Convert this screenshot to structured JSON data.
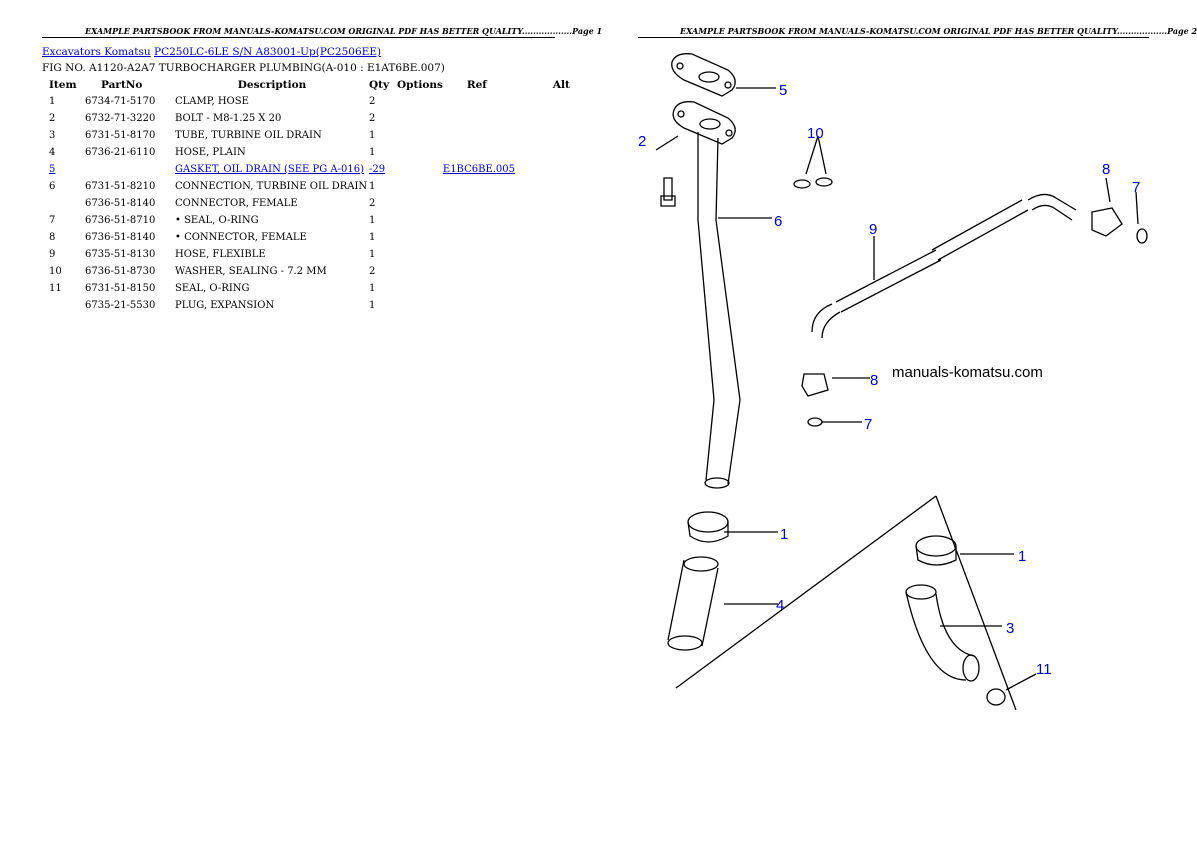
{
  "headers": {
    "left": "EXAMPLE PARTSBOOK FROM MANUALS-KOMATSU.COM ORIGINAL PDF HAS BETTER QUALITY..................Page 1",
    "right": "EXAMPLE PARTSBOOK FROM MANUALS-KOMATSU.COM ORIGINAL PDF HAS BETTER QUALITY..................Page 2"
  },
  "breadcrumb": {
    "category": "Excavators Komatsu",
    "model": "PC250LC-6LE S/N A83001-Up(PC2506EE)"
  },
  "fig_title": "FIG NO. A1120-A2A7 TURBOCHARGER PLUMBING(A-010 : E1AT6BE.007)",
  "table": {
    "columns": [
      "Item",
      "PartNo",
      "Description",
      "Qty",
      "Options",
      "Ref",
      "Alt"
    ],
    "rows": [
      {
        "item": "1",
        "partno": "6734-71-5170",
        "desc": "CLAMP, HOSE",
        "qty": "2",
        "options": "",
        "ref": "",
        "alt": ""
      },
      {
        "item": "2",
        "partno": "6732-71-3220",
        "desc": "BOLT - M8-1.25 X 20",
        "qty": "2",
        "options": "",
        "ref": "",
        "alt": ""
      },
      {
        "item": "3",
        "partno": "6731-51-8170",
        "desc": "TUBE, TURBINE OIL DRAIN",
        "qty": "1",
        "options": "",
        "ref": "",
        "alt": ""
      },
      {
        "item": "4",
        "partno": "6736-21-6110",
        "desc": "HOSE, PLAIN",
        "qty": "1",
        "options": "",
        "ref": "",
        "alt": ""
      },
      {
        "item": "5",
        "partno": "",
        "desc": "GASKET, OIL DRAIN (SEE PG A-016)",
        "qty": "-29",
        "options": "",
        "ref": "E1BC6BE.005",
        "alt": "",
        "link": true
      },
      {
        "item": "6",
        "partno": "6731-51-8210",
        "desc": "CONNECTION, TURBINE OIL DRAIN",
        "qty": "1",
        "options": "",
        "ref": "",
        "alt": ""
      },
      {
        "item": "",
        "partno": "6736-51-8140",
        "desc": "CONNECTOR, FEMALE",
        "qty": "2",
        "options": "",
        "ref": "",
        "alt": ""
      },
      {
        "item": "7",
        "partno": "6736-51-8710",
        "desc": "• SEAL, O-RING",
        "qty": "1",
        "options": "",
        "ref": "",
        "alt": ""
      },
      {
        "item": "8",
        "partno": "6736-51-8140",
        "desc": "• CONNECTOR, FEMALE",
        "qty": "1",
        "options": "",
        "ref": "",
        "alt": ""
      },
      {
        "item": "9",
        "partno": "6735-51-8130",
        "desc": "HOSE, FLEXIBLE",
        "qty": "1",
        "options": "",
        "ref": "",
        "alt": ""
      },
      {
        "item": "10",
        "partno": "6736-51-8730",
        "desc": "WASHER, SEALING - 7.2 MM",
        "qty": "2",
        "options": "",
        "ref": "",
        "alt": ""
      },
      {
        "item": "11",
        "partno": "6731-51-8150",
        "desc": "SEAL, O-RING",
        "qty": "1",
        "options": "",
        "ref": "",
        "alt": ""
      },
      {
        "item": "",
        "partno": "6735-21-5530",
        "desc": "PLUG, EXPANSION",
        "qty": "1",
        "options": "",
        "ref": "",
        "alt": ""
      }
    ]
  },
  "diagram": {
    "callouts": [
      "5",
      "2",
      "10",
      "6",
      "8",
      "7",
      "9",
      "8",
      "7",
      "1",
      "1",
      "4",
      "3",
      "11"
    ],
    "watermark": "manuals-komatsu.com"
  },
  "colors": {
    "link": "#0000cc",
    "callout": "#0000cc",
    "text": "#000000"
  }
}
